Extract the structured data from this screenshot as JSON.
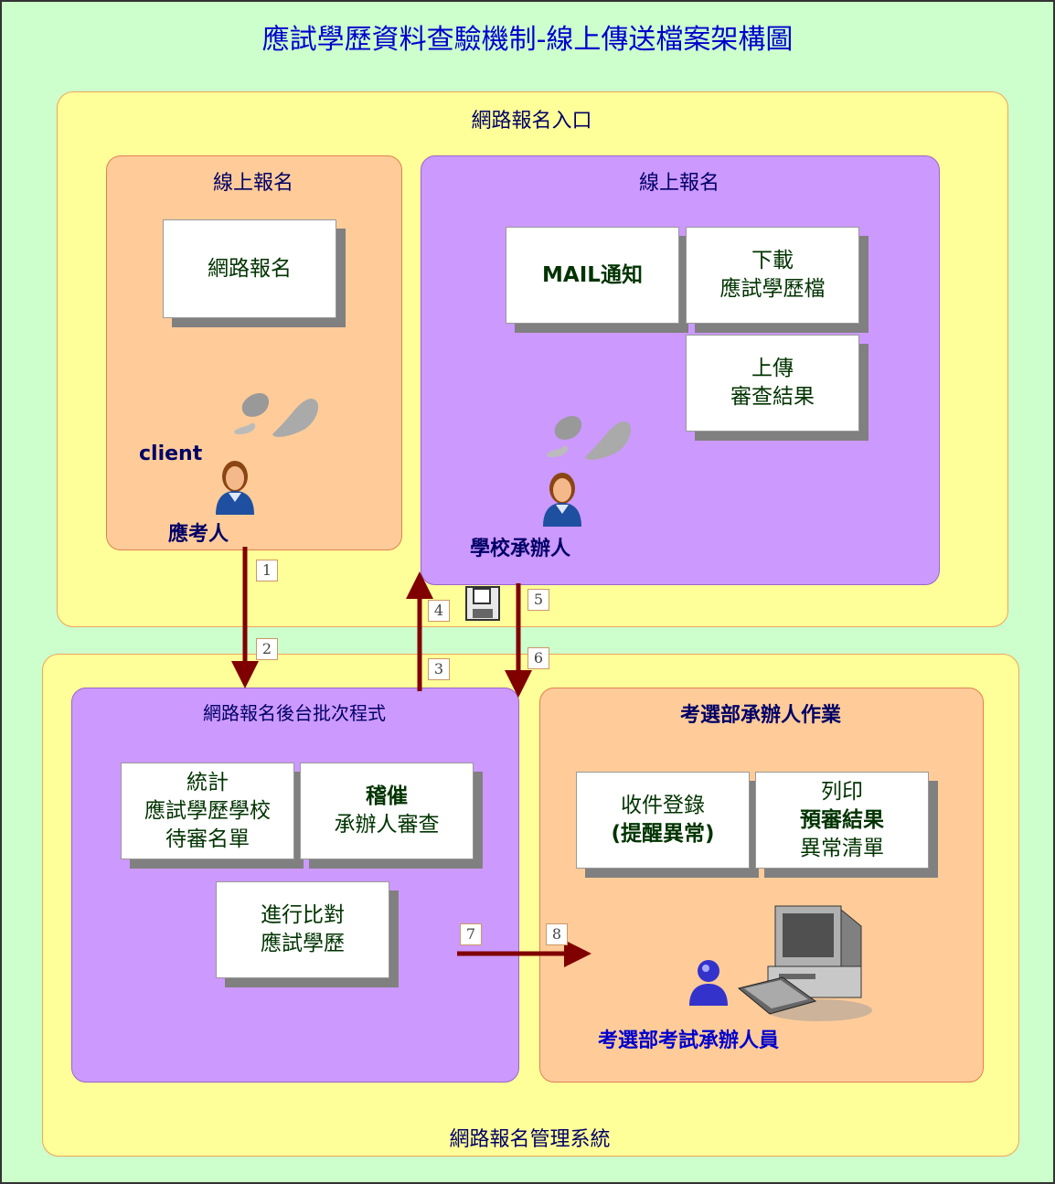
{
  "title": "應試學歷資料查驗機制-線上傳送檔案架構圖",
  "top_zone": {
    "label": "網路報名入口",
    "left_panel": {
      "label": "線上報名",
      "box": "網路報名",
      "client_label": "client",
      "person_label": "應考人"
    },
    "right_panel": {
      "label": "線上報名",
      "mail_box": "MAIL通知",
      "download_box": [
        "下載",
        "應試學歷檔"
      ],
      "upload_box": [
        "上傳",
        "審查結果"
      ],
      "person_label": "學校承辦人"
    }
  },
  "bottom_zone": {
    "label": "網路報名管理系統",
    "left_panel": {
      "label": "網路報名後台批次程式",
      "stats_box": [
        "統計",
        "應試學歷學校",
        "待審名單"
      ],
      "remind_box": [
        "稽催",
        "承辦人審查"
      ],
      "compare_box": [
        "進行比對",
        "應試學歷"
      ]
    },
    "right_panel": {
      "label": "考選部承辦人作業",
      "receive_box": [
        "收件登錄",
        "(提醒異常)"
      ],
      "print_box": [
        "列印",
        "預審結果",
        "異常清單"
      ],
      "person_label": "考選部考試承辦人員"
    }
  },
  "steps": [
    "1",
    "2",
    "3",
    "4",
    "5",
    "6",
    "7",
    "8"
  ],
  "colors": {
    "background": "#ccffcc",
    "zone": "#ffff99",
    "orange_panel": "#ffcc99",
    "purple_panel": "#cc99ff",
    "arrow": "#800000",
    "title": "#0000cc"
  }
}
